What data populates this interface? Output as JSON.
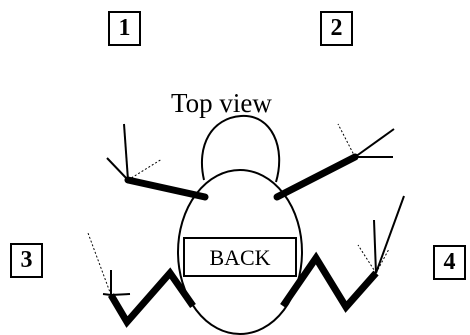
{
  "diagram": {
    "title": "Top view",
    "back_label": "BACK",
    "limbs": [
      {
        "number": "1"
      },
      {
        "number": "2"
      },
      {
        "number": "3"
      },
      {
        "number": "4"
      }
    ]
  },
  "colors": {
    "ink": "#000000",
    "background": "#ffffff"
  }
}
